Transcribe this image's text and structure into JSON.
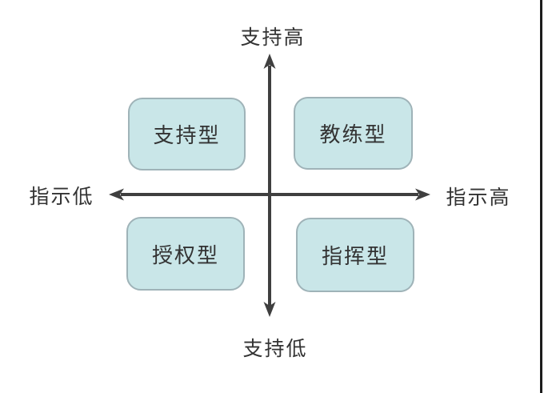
{
  "diagram": {
    "title_hint": "situational-leadership-quadrant",
    "y_axis": {
      "top_label": "支持高",
      "bottom_label": "支持低"
    },
    "x_axis": {
      "left_label": "指示低",
      "right_label": "指示高"
    },
    "quadrants": [
      {
        "position": "top-left",
        "label": "支持型"
      },
      {
        "position": "top-right",
        "label": "教练型"
      },
      {
        "position": "bottom-left",
        "label": "授权型"
      },
      {
        "position": "bottom-right",
        "label": "指挥型"
      }
    ],
    "colors": {
      "background": "#ffffff",
      "box_fill": "#c9e6e8",
      "box_border": "#9fb3b8",
      "axis": "#3f3f3f",
      "text": "#333333",
      "right_edge_line": "#1c1c1c"
    }
  }
}
